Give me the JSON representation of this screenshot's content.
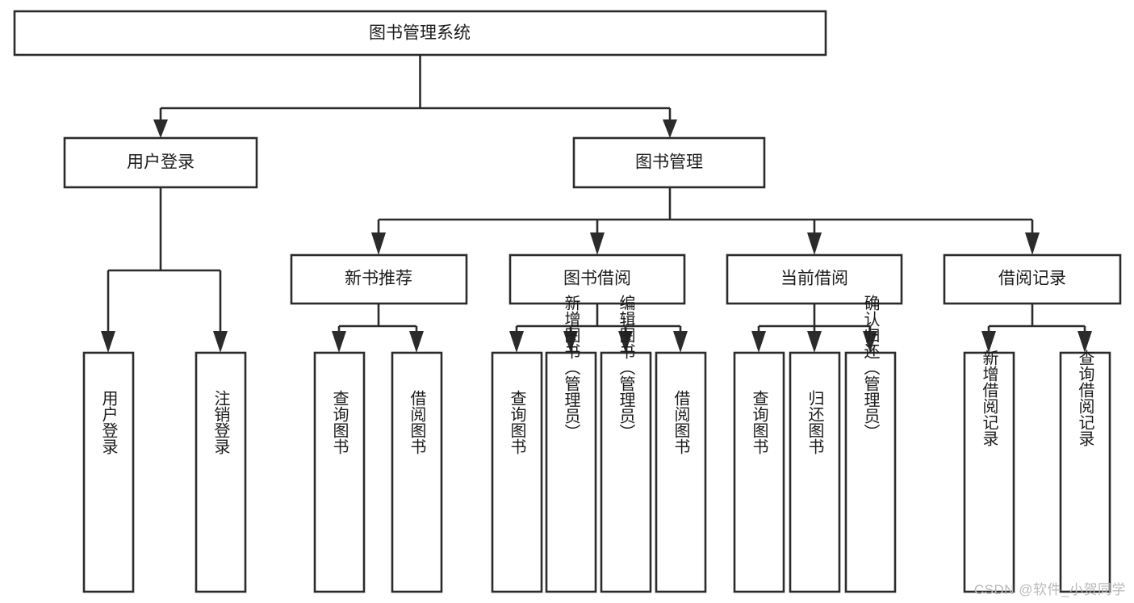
{
  "diagram": {
    "type": "tree-hierarchy",
    "title": "图书管理系统",
    "watermark": "CSDN @软件_小贺同学",
    "levels": {
      "level1": [
        {
          "id": "root",
          "label": "图书管理系统",
          "orientation": "horizontal"
        }
      ],
      "level2": [
        {
          "id": "user-login",
          "label": "用户登录",
          "orientation": "horizontal",
          "parent": "root"
        },
        {
          "id": "book-manage",
          "label": "图书管理",
          "orientation": "horizontal",
          "parent": "root"
        }
      ],
      "level3": [
        {
          "id": "new-book-rec",
          "label": "新书推荐",
          "orientation": "horizontal",
          "parent": "book-manage"
        },
        {
          "id": "book-borrow",
          "label": "图书借阅",
          "orientation": "horizontal",
          "parent": "book-manage"
        },
        {
          "id": "current-borrow",
          "label": "当前借阅",
          "orientation": "horizontal",
          "parent": "book-manage"
        },
        {
          "id": "borrow-record",
          "label": "借阅记录",
          "orientation": "horizontal",
          "parent": "book-manage"
        }
      ],
      "level4": [
        {
          "id": "leaf-user-login",
          "label": "用户登录",
          "orientation": "vertical",
          "parent": "user-login"
        },
        {
          "id": "leaf-user-logout",
          "label": "注销登录",
          "orientation": "vertical",
          "parent": "user-login"
        },
        {
          "id": "leaf-query-book-1",
          "label": "查询图书",
          "orientation": "vertical",
          "parent": "new-book-rec"
        },
        {
          "id": "leaf-borrow-book-1",
          "label": "借阅图书",
          "orientation": "vertical",
          "parent": "new-book-rec"
        },
        {
          "id": "leaf-query-book-2",
          "label": "查询图书",
          "orientation": "vertical",
          "parent": "book-borrow"
        },
        {
          "id": "leaf-add-book",
          "label": "新增图书（管理员）",
          "orientation": "vertical",
          "parent": "book-borrow"
        },
        {
          "id": "leaf-edit-book",
          "label": "编辑图书（管理员）",
          "orientation": "vertical",
          "parent": "book-borrow"
        },
        {
          "id": "leaf-borrow-book-2",
          "label": "借阅图书",
          "orientation": "vertical",
          "parent": "book-borrow"
        },
        {
          "id": "leaf-query-book-3",
          "label": "查询图书",
          "orientation": "vertical",
          "parent": "current-borrow"
        },
        {
          "id": "leaf-return-book",
          "label": "归还图书",
          "orientation": "vertical",
          "parent": "current-borrow"
        },
        {
          "id": "leaf-confirm-return",
          "label": "确认归还（管理员）",
          "orientation": "vertical",
          "parent": "current-borrow"
        },
        {
          "id": "leaf-add-record",
          "label": "新增借阅记录",
          "orientation": "vertical",
          "parent": "borrow-record"
        },
        {
          "id": "leaf-query-record",
          "label": "查询借阅记录",
          "orientation": "vertical",
          "parent": "borrow-record"
        }
      ]
    },
    "colors": {
      "box_stroke": "#2b2b2b",
      "box_fill": "#ffffff",
      "connector": "#2b2b2b",
      "text": "#1b1b1b",
      "watermark": "#b9b9b9",
      "background": "#ffffff"
    }
  }
}
